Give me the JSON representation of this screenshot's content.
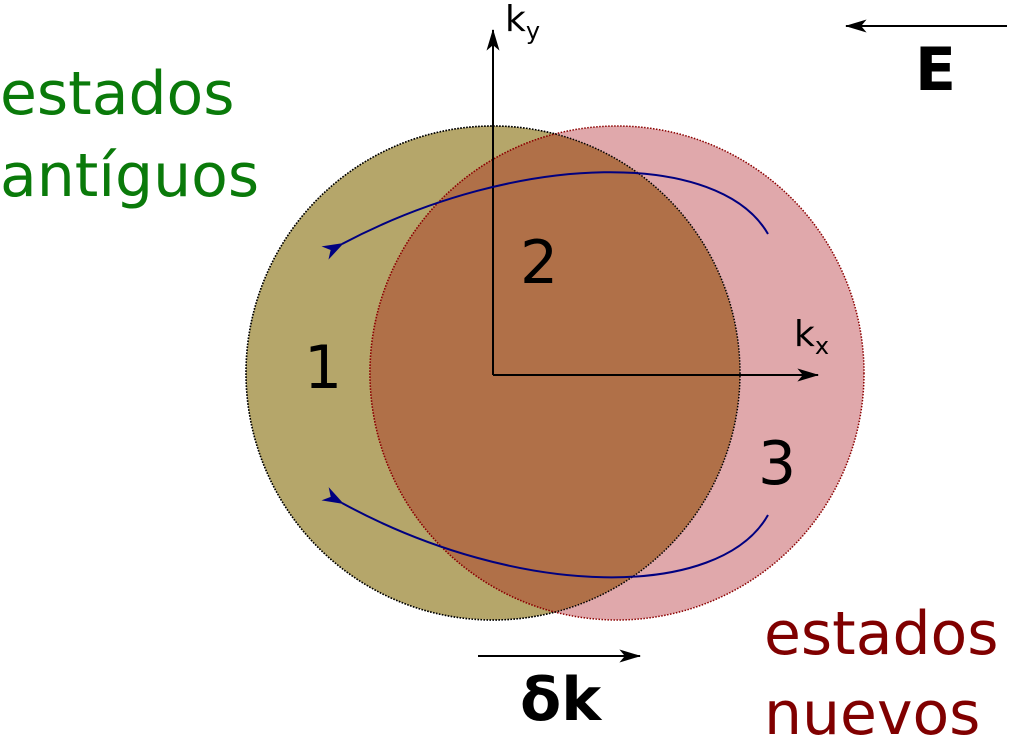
{
  "labels": {
    "old_states_line1": "estados",
    "old_states_line2": "antíguos",
    "new_states_line1": "estados",
    "new_states_line2": "nuevos",
    "field": "E",
    "shift": "δk",
    "axis_x_base": "k",
    "axis_x_sub": "x",
    "axis_y_base": "k",
    "axis_y_sub": "y",
    "region_1": "1",
    "region_2": "2",
    "region_3": "3"
  },
  "colors": {
    "old_states_text": "#0a7a0a",
    "new_states_text": "#800000",
    "old_circle_fill": "#b5a66a",
    "new_circle_fill": "#e0a8ab",
    "overlap_fill": "#b07048",
    "flow_arrows": "#000080",
    "axes": "#000000"
  }
}
